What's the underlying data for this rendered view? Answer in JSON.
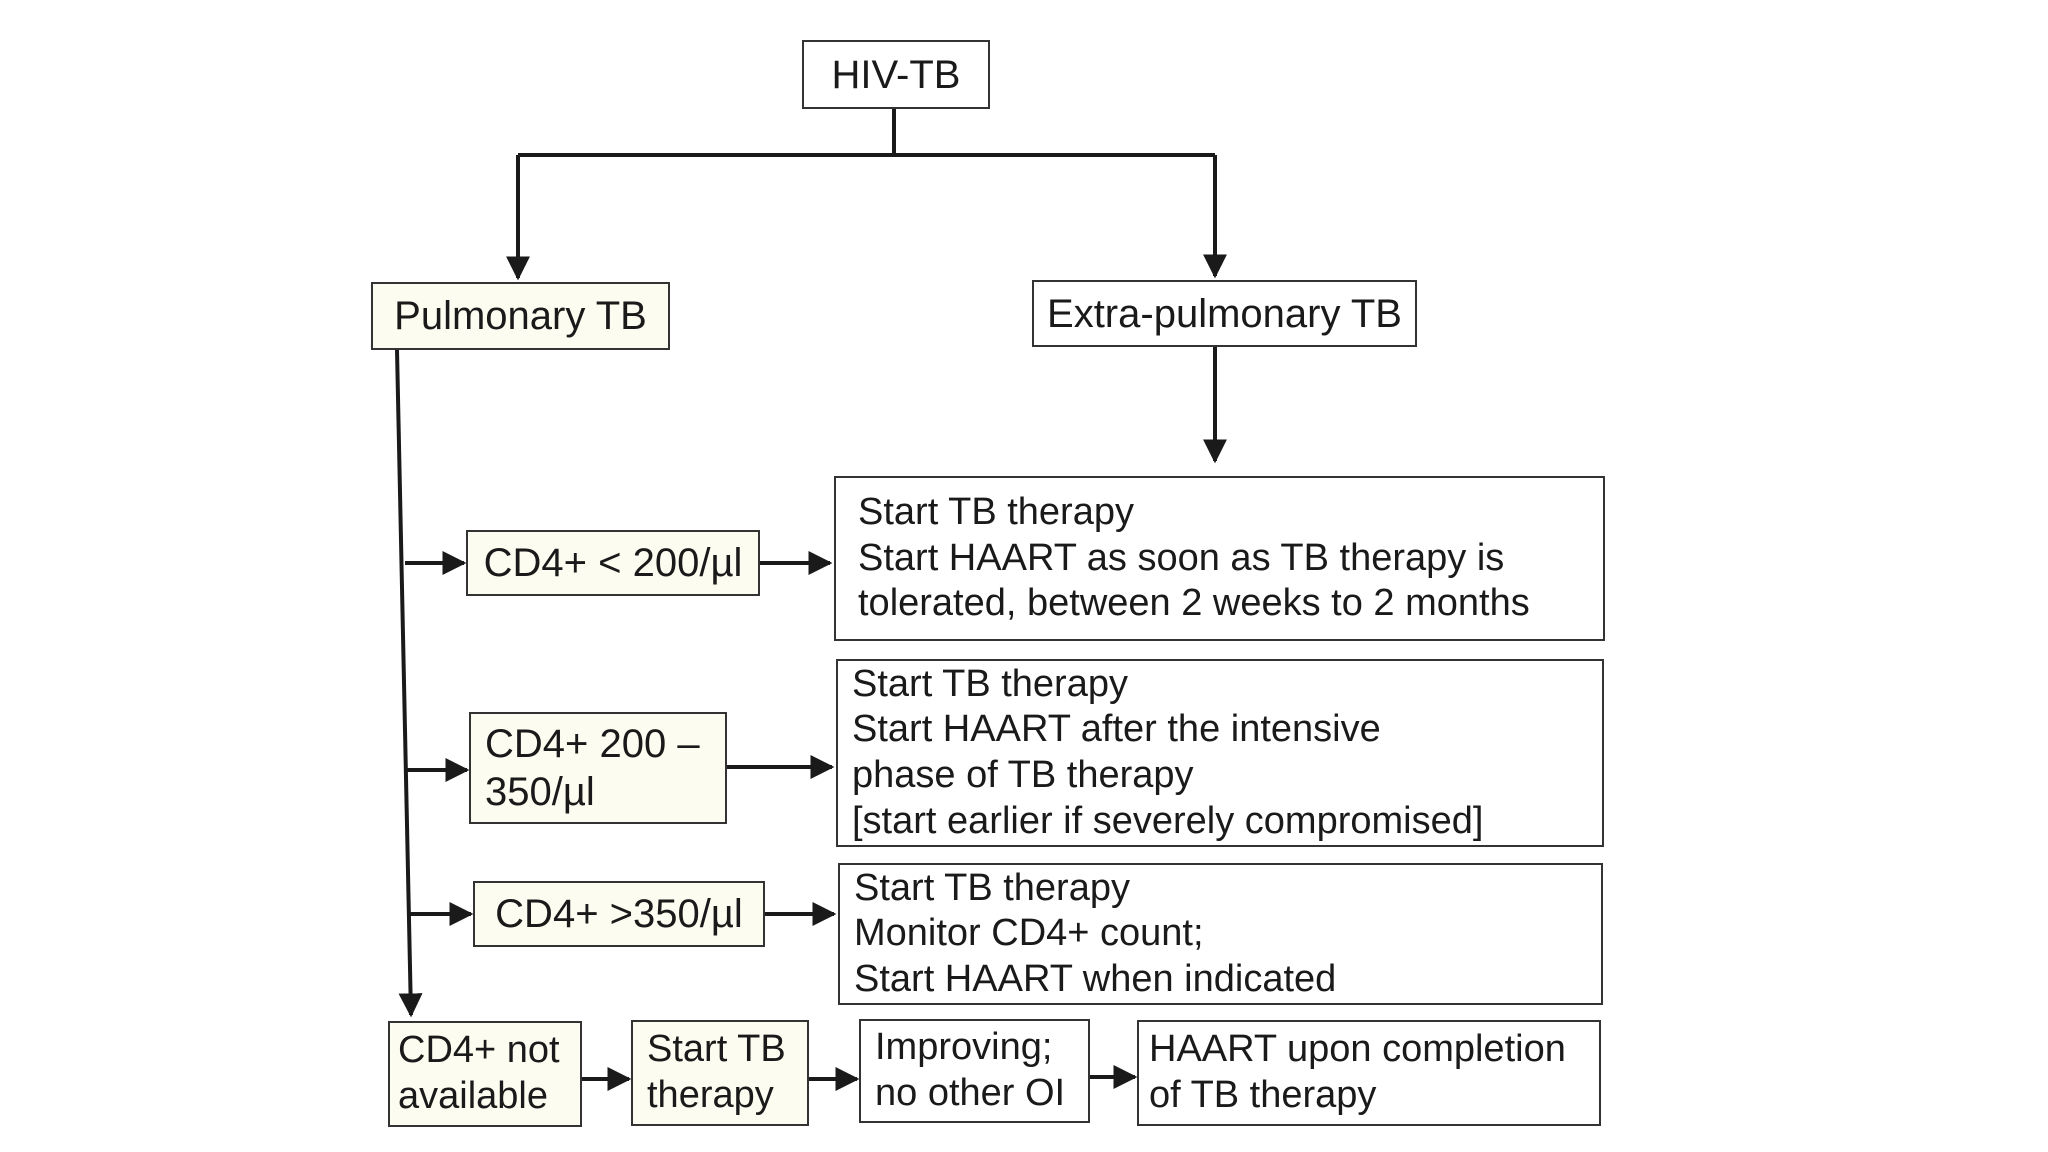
{
  "diagram": {
    "root": "HIV-TB",
    "pulmonary": "Pulmonary TB",
    "extrapulmonary": "Extra-pulmonary TB",
    "rows": [
      {
        "cd4": [
          "CD4+ < 200/µl"
        ],
        "action": [
          "Start TB therapy",
          "Start HAART as soon as TB therapy is",
          "tolerated, between 2 weeks to 2 months"
        ]
      },
      {
        "cd4": [
          "CD4+ 200 –",
          "350/µl"
        ],
        "action": [
          "Start TB therapy",
          "Start HAART after the intensive",
          "phase of TB therapy",
          "[start earlier if severely compromised]"
        ]
      },
      {
        "cd4": [
          "CD4+ >350/µl"
        ],
        "action": [
          "Start TB therapy",
          "Monitor CD4+ count;",
          "Start HAART when indicated"
        ]
      }
    ],
    "bottom": {
      "not_available": [
        "CD4+ not",
        "available"
      ],
      "start_tb": [
        "Start TB",
        "therapy"
      ],
      "improving": [
        "Improving;",
        "no other OI"
      ],
      "haart_completion": [
        "HAART upon completion",
        "of TB therapy"
      ]
    }
  }
}
